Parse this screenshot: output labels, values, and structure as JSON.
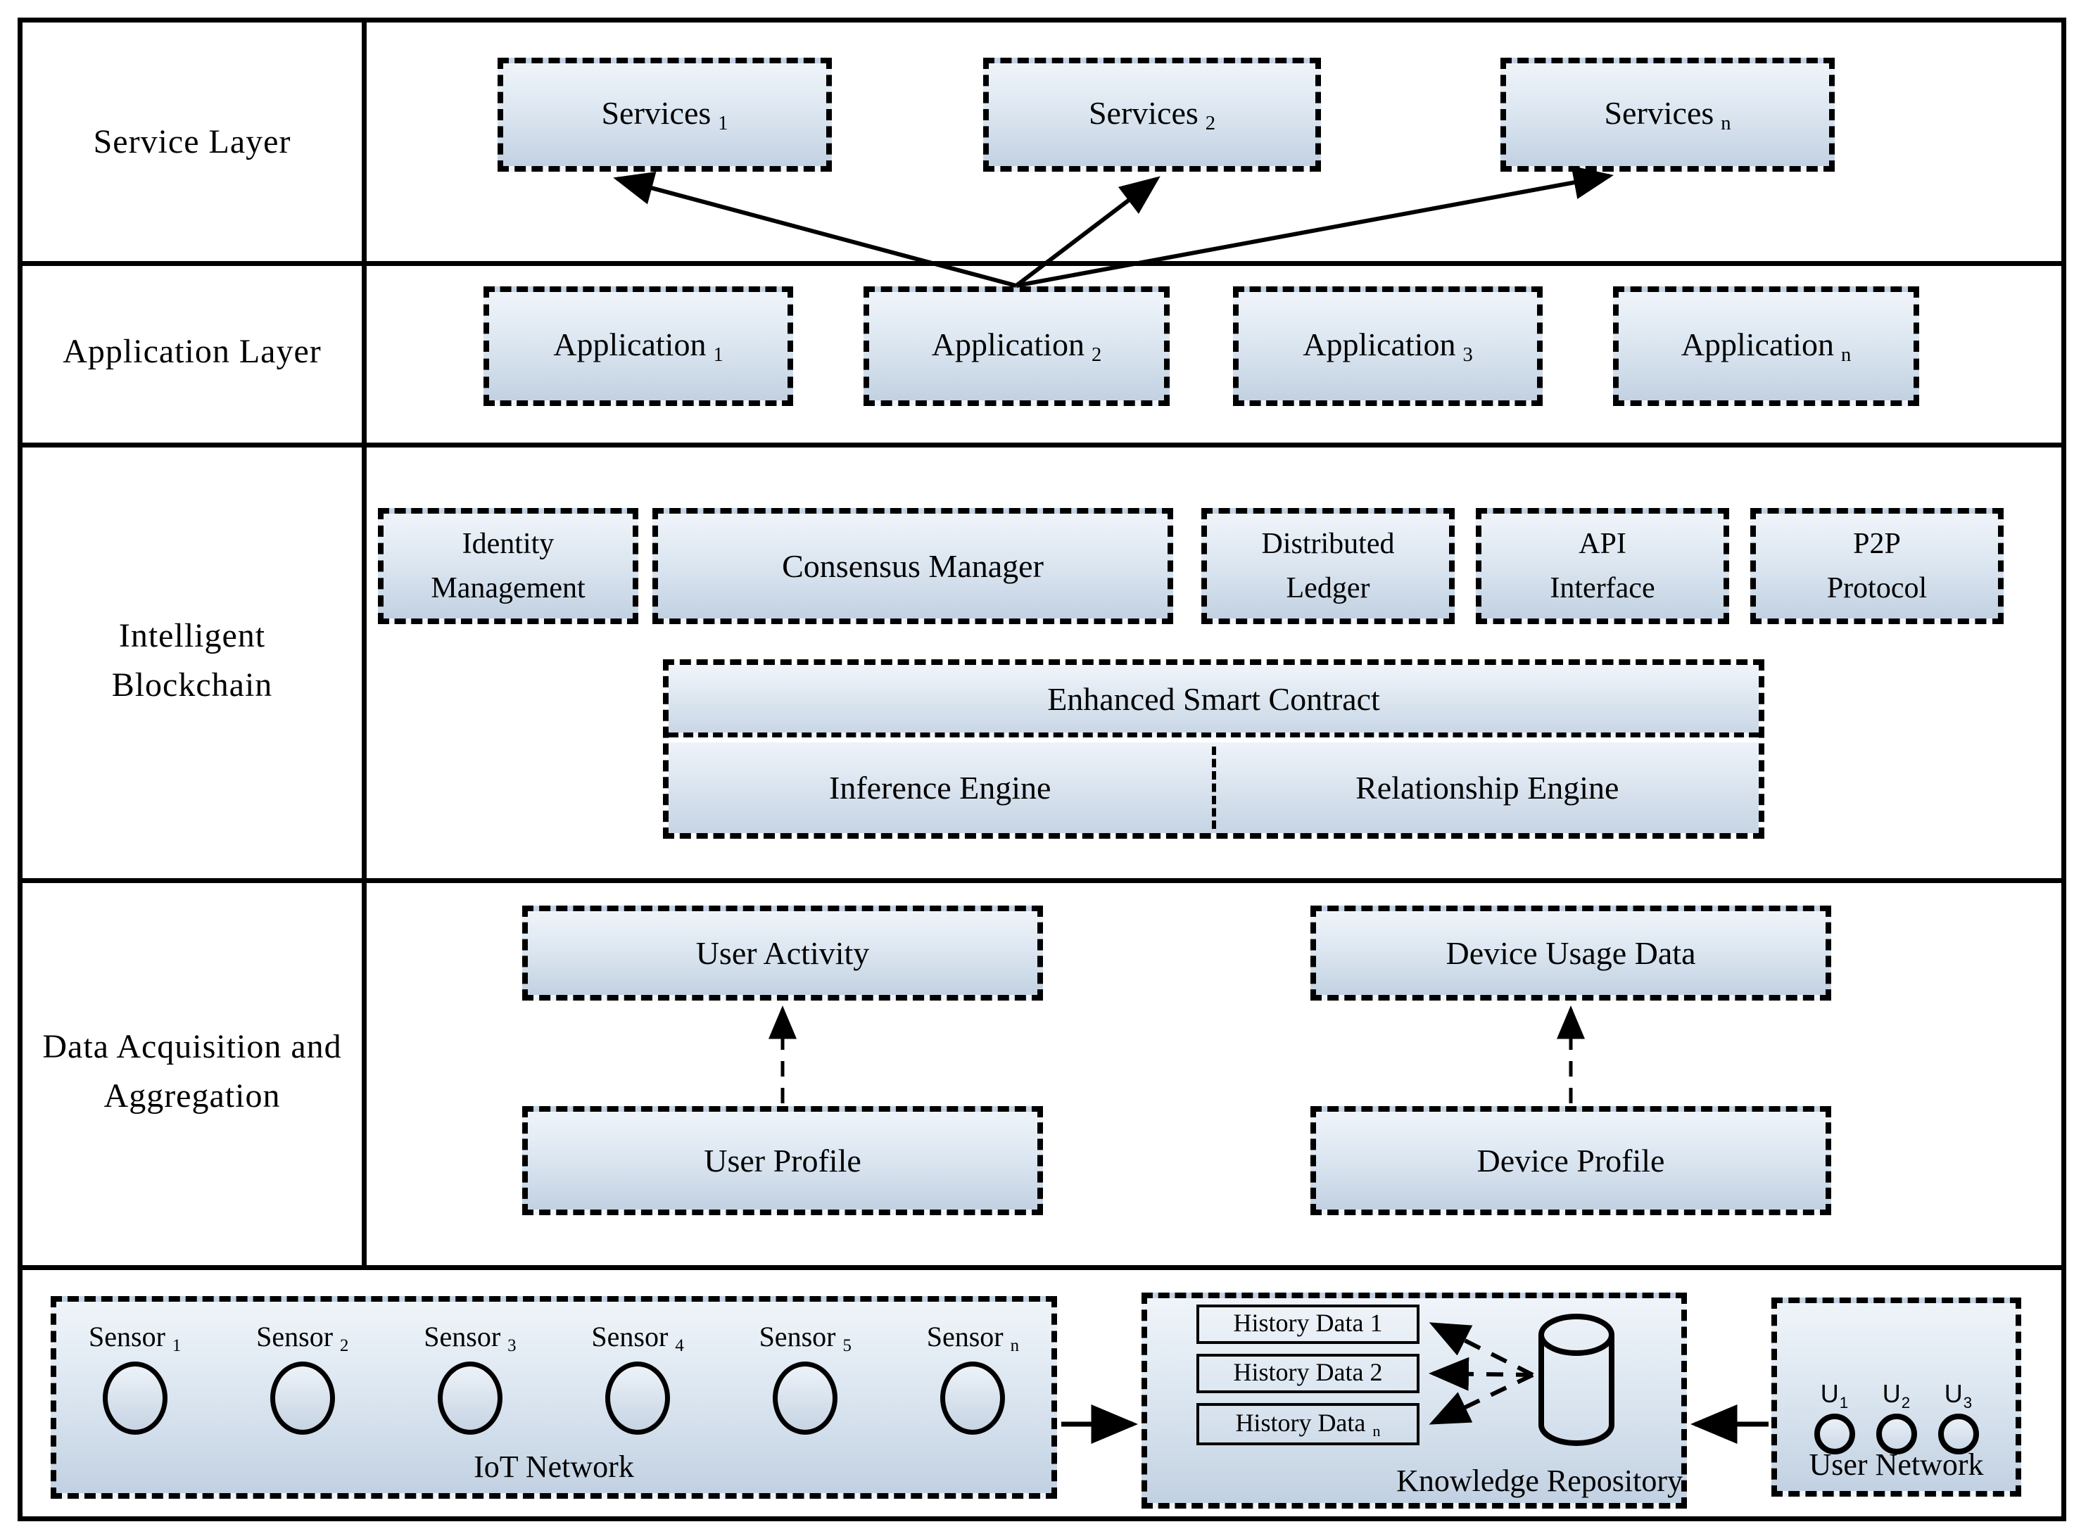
{
  "service_layer": {
    "label": "Service Layer",
    "services": [
      {
        "text": "Services",
        "sub": "1"
      },
      {
        "text": "Services",
        "sub": "2"
      },
      {
        "text": "Services",
        "sub": "n"
      }
    ]
  },
  "application_layer": {
    "label": "Application Layer",
    "applications": [
      {
        "text": "Application",
        "sub": "1"
      },
      {
        "text": "Application",
        "sub": "2"
      },
      {
        "text": "Application",
        "sub": "3"
      },
      {
        "text": "Application",
        "sub": "n"
      }
    ]
  },
  "blockchain_layer": {
    "label": "Intelligent Blockchain",
    "components": [
      "Identity Management",
      "Consensus Manager",
      "Distributed Ledger",
      "API Interface",
      "P2P Protocol"
    ],
    "smart_contract": "Enhanced Smart Contract",
    "inference_engine": "Inference Engine",
    "relationship_engine": "Relationship Engine"
  },
  "data_layer": {
    "label": "Data Acquisition and Aggregation",
    "user_activity": "User Activity",
    "user_profile": "User Profile",
    "device_usage_data": "Device Usage Data",
    "device_profile": "Device Profile"
  },
  "bottom_row": {
    "iot_network": {
      "label": "IoT Network",
      "sensors": [
        {
          "text": "Sensor",
          "sub": "1"
        },
        {
          "text": "Sensor",
          "sub": "2"
        },
        {
          "text": "Sensor",
          "sub": "3"
        },
        {
          "text": "Sensor",
          "sub": "4"
        },
        {
          "text": "Sensor",
          "sub": "5"
        },
        {
          "text": "Sensor",
          "sub": "n"
        }
      ]
    },
    "knowledge_repository": {
      "label": "Knowledge Repository",
      "history_data": [
        {
          "text": "History Data 1",
          "sub": ""
        },
        {
          "text": "History Data 2",
          "sub": ""
        },
        {
          "text": "History Data",
          "sub": "n"
        }
      ]
    },
    "user_network": {
      "label": "User Network",
      "users": [
        {
          "text": "U",
          "sub": "1"
        },
        {
          "text": "U",
          "sub": "2"
        },
        {
          "text": "U",
          "sub": "3"
        }
      ]
    }
  },
  "colors": {
    "border": "#000000",
    "box_fill_top": "#eff4f9",
    "box_fill_bottom": "#c2d1e2"
  }
}
